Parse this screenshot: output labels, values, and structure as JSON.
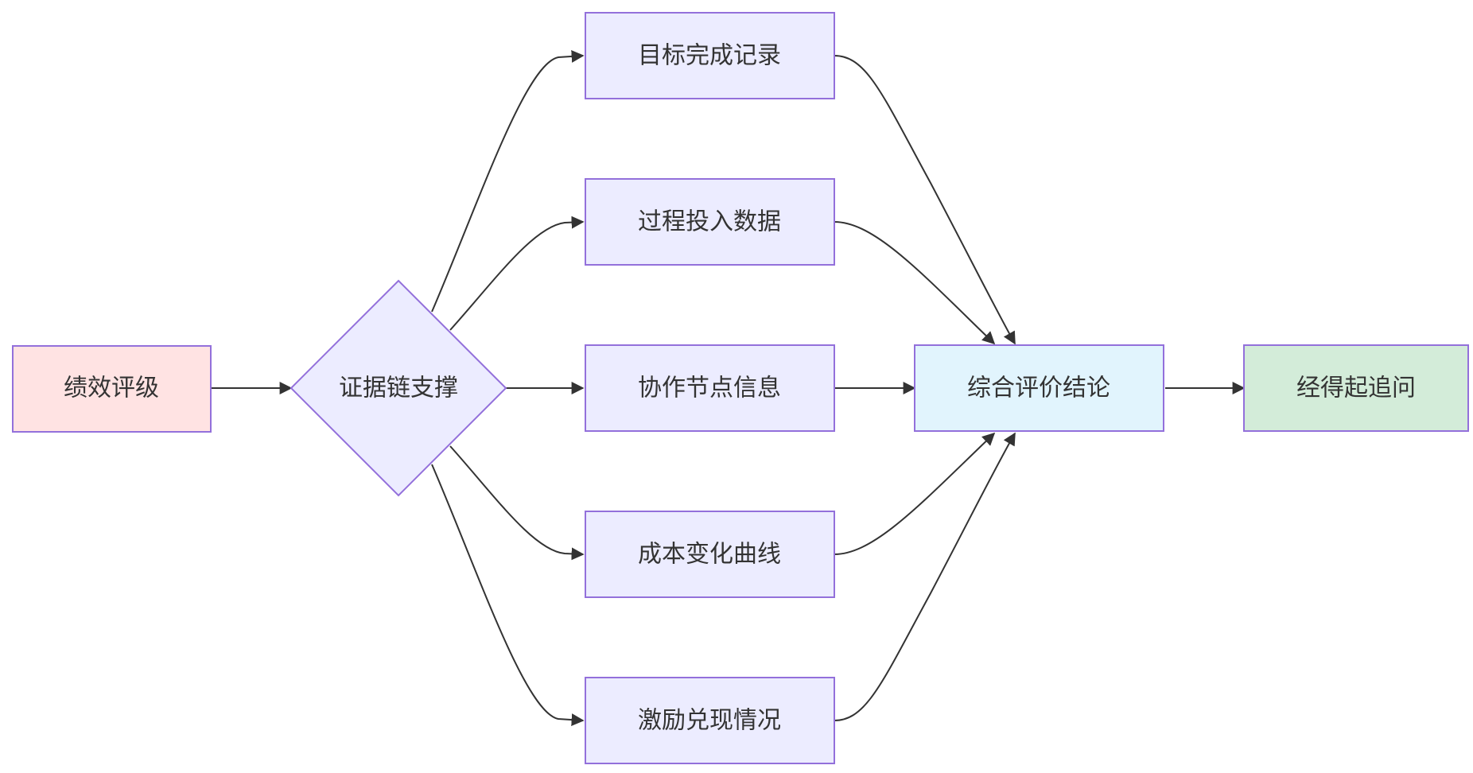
{
  "diagram": {
    "nodes": {
      "rating": {
        "label": "绩效评级",
        "fill": "#ffe3e3",
        "stroke": "#9370db"
      },
      "evidence": {
        "label": "证据链支撑",
        "fill": "#ececff",
        "stroke": "#9370db"
      },
      "goal": {
        "label": "目标完成记录",
        "fill": "#ececff",
        "stroke": "#9370db"
      },
      "process": {
        "label": "过程投入数据",
        "fill": "#ececff",
        "stroke": "#9370db"
      },
      "collab": {
        "label": "协作节点信息",
        "fill": "#ececff",
        "stroke": "#9370db"
      },
      "cost": {
        "label": "成本变化曲线",
        "fill": "#ececff",
        "stroke": "#9370db"
      },
      "incentive": {
        "label": "激励兑现情况",
        "fill": "#ececff",
        "stroke": "#9370db"
      },
      "conclusion": {
        "label": "综合评价结论",
        "fill": "#e1f4fd",
        "stroke": "#9370db"
      },
      "scrutiny": {
        "label": "经得起追问",
        "fill": "#d3ecd9",
        "stroke": "#9370db"
      }
    },
    "edges": [
      {
        "from": "rating",
        "to": "evidence"
      },
      {
        "from": "evidence",
        "to": "goal"
      },
      {
        "from": "evidence",
        "to": "process"
      },
      {
        "from": "evidence",
        "to": "collab"
      },
      {
        "from": "evidence",
        "to": "cost"
      },
      {
        "from": "evidence",
        "to": "incentive"
      },
      {
        "from": "goal",
        "to": "conclusion"
      },
      {
        "from": "process",
        "to": "conclusion"
      },
      {
        "from": "collab",
        "to": "conclusion"
      },
      {
        "from": "cost",
        "to": "conclusion"
      },
      {
        "from": "incentive",
        "to": "conclusion"
      },
      {
        "from": "conclusion",
        "to": "scrutiny"
      }
    ],
    "edge_color": "#333333",
    "text_color": "#333333"
  }
}
